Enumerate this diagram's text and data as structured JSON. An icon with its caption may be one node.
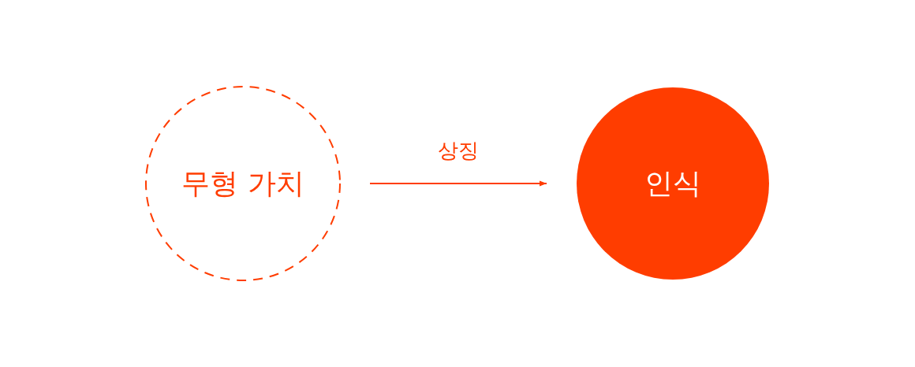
{
  "diagram": {
    "nodes": [
      {
        "text": [
          "무형 가치"
        ]
      },
      {
        "text": [
          "인식"
        ]
      }
    ],
    "edges": [
      {
        "from": 0,
        "to": 1,
        "arrow": "to",
        "label": "상징"
      }
    ]
  }
}
